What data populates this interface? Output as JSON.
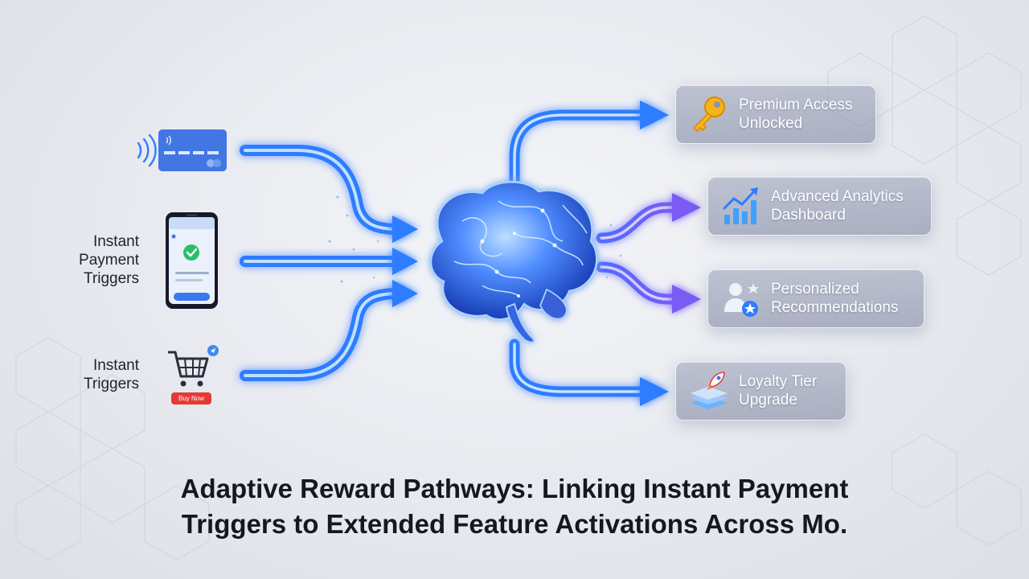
{
  "inputs": {
    "payment": {
      "label_line1": "Instant",
      "label_line2": "Payment",
      "label_line3": "Triggers",
      "icon": "smartphone-check-icon"
    },
    "cart": {
      "label_line1": "Instant",
      "label_line2": "Triggers",
      "badge": "Buy Now",
      "icon": "shopping-cart-icon"
    },
    "card": {
      "icon": "contactless-card-icon"
    }
  },
  "center": {
    "icon": "ai-brain-icon"
  },
  "outputs": [
    {
      "line1": "Premium Access",
      "line2": "Unlocked",
      "icon": "key-icon"
    },
    {
      "line1": "Advanced Analytics",
      "line2": "Dashboard",
      "icon": "bar-chart-icon"
    },
    {
      "line1": "Personalized",
      "line2": "Recommendations",
      "icon": "user-star-icon"
    },
    {
      "line1": "Loyalty Tier",
      "line2": "Upgrade",
      "icon": "rocket-tier-icon"
    }
  ],
  "title": {
    "line1": "Adaptive Reward Pathways: Linking Instant Payment",
    "line2": "Triggers to Extended Feature Activations Across Mo."
  },
  "colors": {
    "flow_blue": "#2f7bff",
    "flow_purple": "#6c5cf5",
    "glow": "#8fc4ff",
    "brain": "#4a8cff"
  }
}
